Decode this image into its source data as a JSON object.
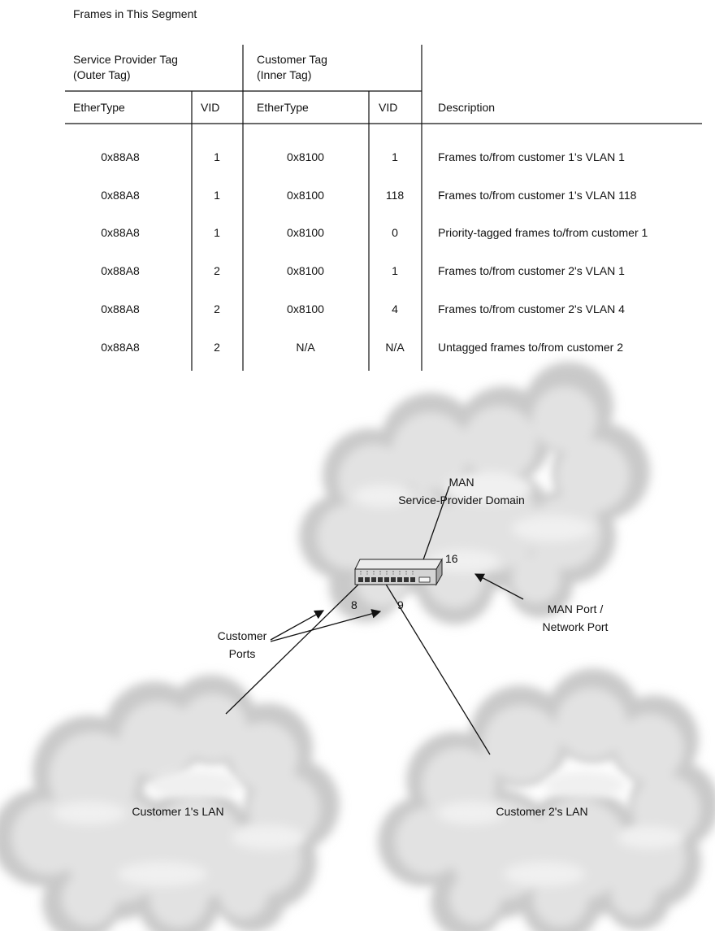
{
  "section_title": "Frames in This Segment",
  "table": {
    "group_headers": [
      [
        "Service Provider Tag",
        "(Outer Tag)"
      ],
      [
        "Customer Tag",
        "(Inner Tag)"
      ]
    ],
    "column_headers": [
      "EtherType",
      "VID",
      "EtherType",
      "VID",
      "Description"
    ],
    "rows": [
      [
        "0x88A8",
        "1",
        "0x8100",
        "1",
        "Frames to/from customer 1's VLAN 1"
      ],
      [
        "0x88A8",
        "1",
        "0x8100",
        "118",
        "Frames to/from customer 1's VLAN 118"
      ],
      [
        "0x88A8",
        "1",
        "0x8100",
        "0",
        "Priority-tagged frames to/from customer 1"
      ],
      [
        "0x88A8",
        "2",
        "0x8100",
        "1",
        "Frames to/from customer 2's VLAN 1"
      ],
      [
        "0x88A8",
        "2",
        "0x8100",
        "4",
        "Frames to/from customer 2's VLAN 4"
      ],
      [
        "0x88A8",
        "2",
        "N/A",
        "N/A",
        "Untagged frames to/from customer 2"
      ]
    ]
  },
  "diagram": {
    "man_cloud_label": [
      "MAN",
      "Service-Provider Domain"
    ],
    "customer1_label": "Customer 1's LAN",
    "customer2_label": "Customer 2's LAN",
    "port_labels": {
      "man_port": "16",
      "customer1_port": "8",
      "customer2_port": "9"
    },
    "customer_ports_label": [
      "Customer",
      "Ports"
    ],
    "man_port_label": [
      "MAN Port /",
      "Network Port"
    ],
    "colors": {
      "cloud_fill": "#e2e2e2",
      "cloud_shade": "#c9c9c9",
      "cloud_light": "#f0f0f0",
      "line": "#111111",
      "switch_body": "#d4d4d4"
    }
  }
}
